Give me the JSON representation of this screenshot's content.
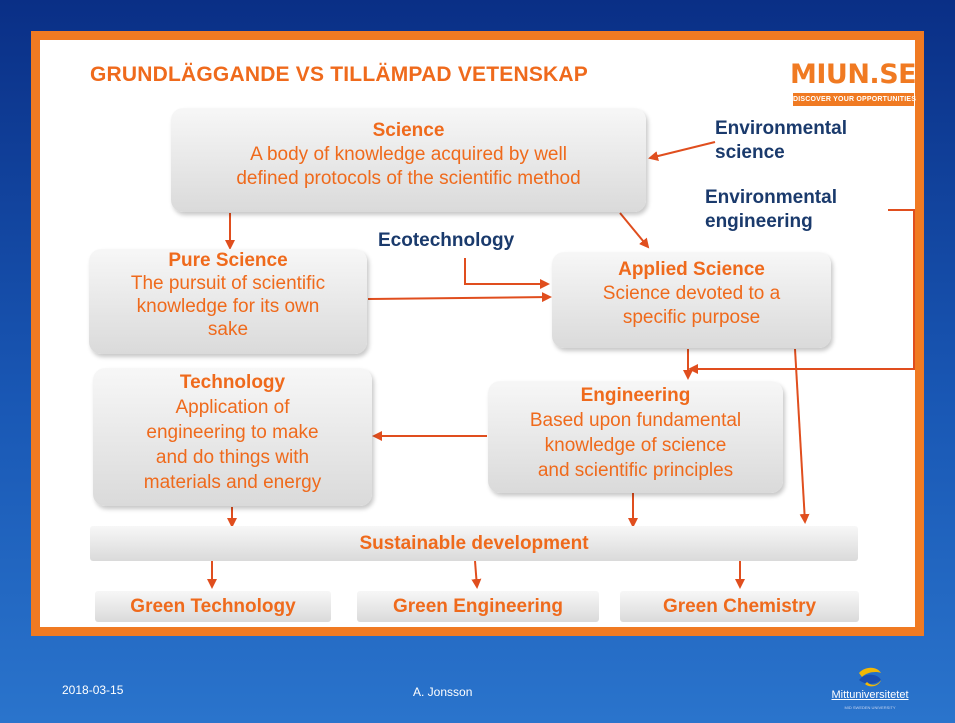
{
  "title": "GRUNDLÄGGANDE VS TILLÄMPAD VETENSKAP",
  "logo": {
    "word": "MIUN.SE",
    "tagline": "DISCOVER YOUR OPPORTUNITIES"
  },
  "boxes": {
    "science": {
      "head": "Science",
      "line1": "A body of knowledge acquired by well",
      "line2": "defined protocols of the scientific method"
    },
    "pure": {
      "head": "Pure Science",
      "line1": "The pursuit of scientific",
      "line2": "knowledge for its own",
      "line3": "sake"
    },
    "applied": {
      "head": "Applied Science",
      "line1": "Science devoted to a",
      "line2": "specific purpose"
    },
    "technology": {
      "head": "Technology",
      "line1": "Application of",
      "line2": "engineering to make",
      "line3": "and do things with",
      "line4": "materials and energy"
    },
    "engineering": {
      "head": "Engineering",
      "line1": "Based upon fundamental",
      "line2": "knowledge of science",
      "line3": "and scientific principles"
    }
  },
  "side_labels": {
    "env_science_1": "Environmental",
    "env_science_2": "science",
    "env_engineering_1": "Environmental",
    "env_engineering_2": "engineering",
    "ecotechnology": "Ecotechnology"
  },
  "sustainable": "Sustainable development",
  "green": {
    "technology": "Green Technology",
    "engineering": "Green Engineering",
    "chemistry": "Green Chemistry"
  },
  "footer": {
    "date": "2018-03-15",
    "author": "A. Jonsson",
    "university": "Mittuniversitetet",
    "university_sub": "MID SWEDEN UNIVERSITY"
  },
  "colors": {
    "accent": "#ef6a1c",
    "arrow": "#e04e1e",
    "navy": "#1a3a6c",
    "background": "#0a2f86"
  }
}
